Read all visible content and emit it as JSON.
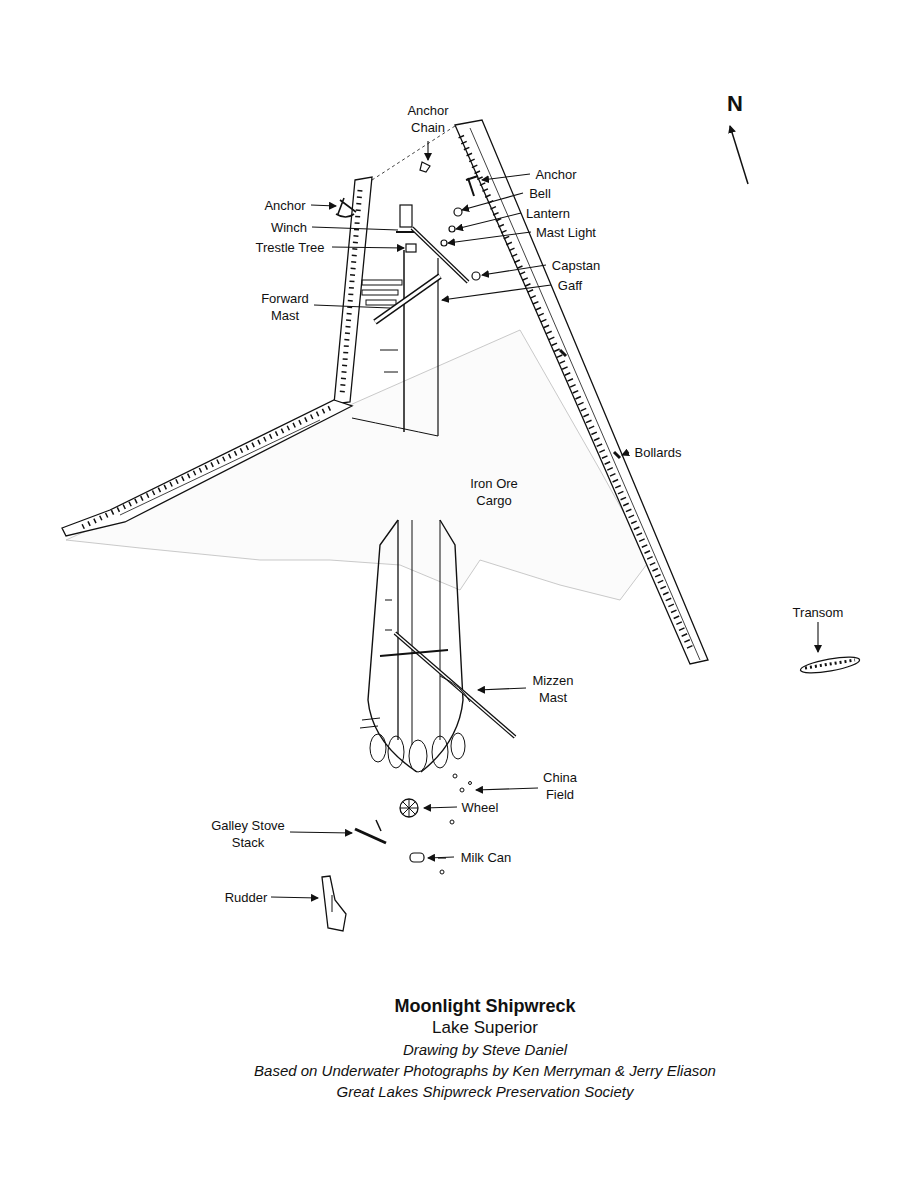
{
  "diagram": {
    "title": "Moonlight Shipwreck",
    "caption": "Lake Superior",
    "labels": [
      "N",
      "Anchor Chain",
      "Anchor",
      "Bell",
      "Anchor",
      "Winch",
      "Lantern",
      "Mast Light",
      "Trestle Tree",
      "Capstan",
      "Gaff",
      "Forward Mast",
      "Bollards",
      "Iron Ore Cargo",
      "Transom",
      "Mizzen Mast",
      "China Field",
      "Wheel",
      "Galley Stove Stack",
      "Milk Can",
      "Rudder",
      "Drawing by Steve Daniel",
      "Based on Underwater Photographs by Ken Merryman & Jerry Eliason",
      "Great Lakes Shipwreck Preservation Society"
    ]
  }
}
